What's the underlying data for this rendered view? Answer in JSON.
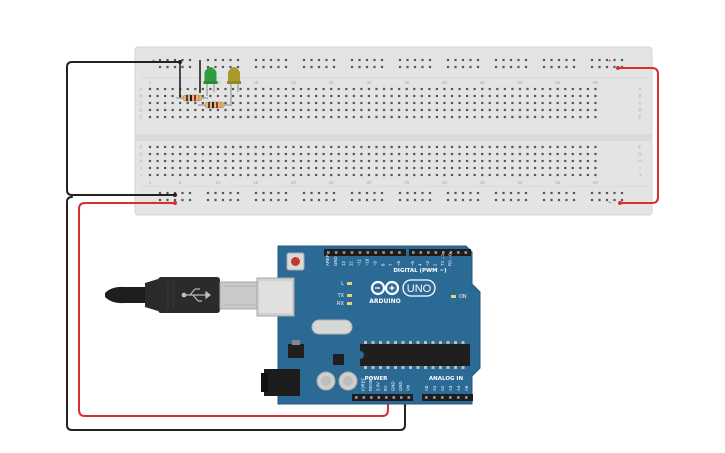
{
  "breadboard": {
    "column_numbers": [
      "1",
      "5",
      "10",
      "15",
      "20",
      "25",
      "30",
      "35",
      "40",
      "45",
      "50",
      "55",
      "60"
    ],
    "row_letters_top": [
      "A",
      "B",
      "C",
      "D",
      "E"
    ],
    "row_letters_bottom": [
      "F",
      "G",
      "H",
      "I",
      "J"
    ]
  },
  "components": {
    "led_left_color": "#2e9e3c",
    "led_right_color": "#a89a2a",
    "wire_power_color": "#d62f2f",
    "wire_ground_color": "#222222"
  },
  "arduino": {
    "brand": "ARDUINO",
    "model": "UNO",
    "digital_header_label": "DIGITAL (PWM ~)",
    "power_header_label": "POWER",
    "analog_header_label": "ANALOG IN",
    "digital_pins": [
      "AREF",
      "GND",
      "13",
      "12",
      "~11",
      "~10",
      "~9",
      "8",
      "7",
      "~6",
      "~5",
      "4",
      "~3",
      "2",
      "TX→1",
      "RX←0"
    ],
    "power_pins": [
      "IOREF",
      "RESET",
      "3.3V",
      "5V",
      "GND",
      "GND",
      "Vin"
    ],
    "analog_pins": [
      "A0",
      "A1",
      "A2",
      "A3",
      "A4",
      "A5"
    ],
    "led_labels": [
      "L",
      "TX",
      "RX"
    ],
    "on_label": "ON",
    "board_color": "#2c6a96"
  }
}
